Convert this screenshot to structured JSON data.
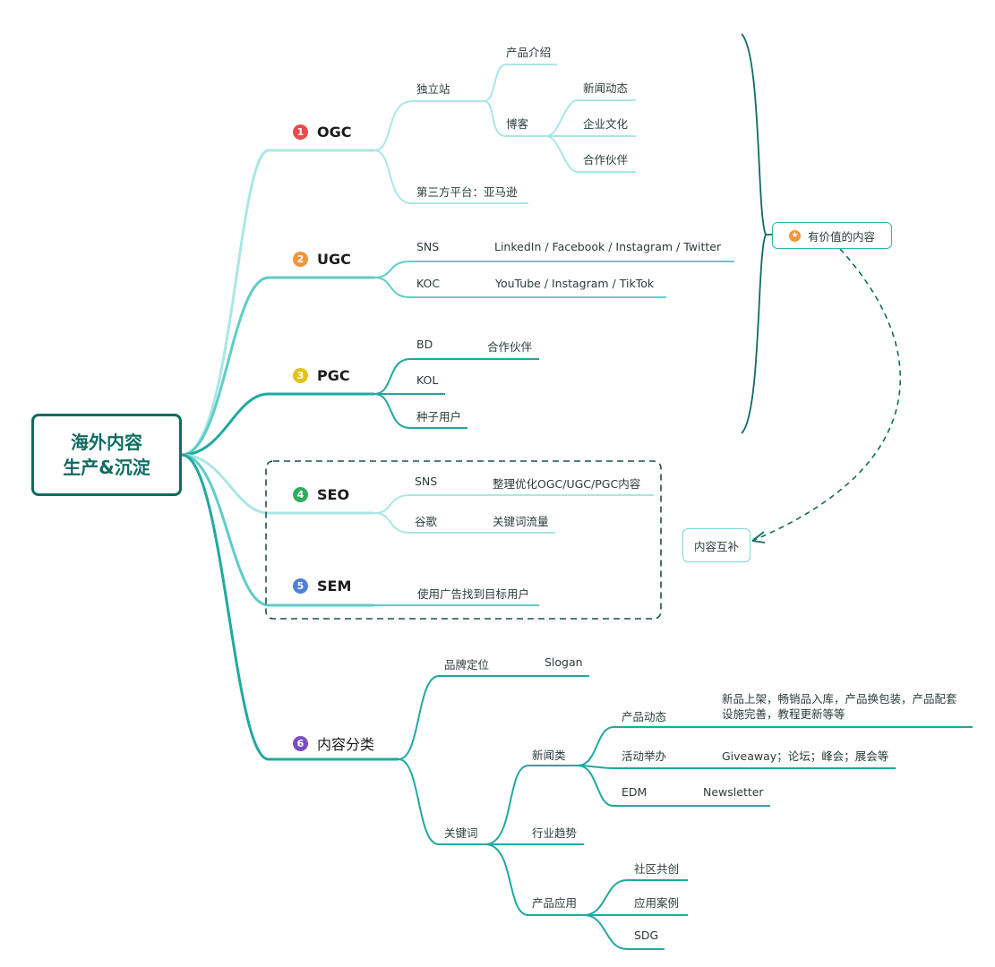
{
  "root": {
    "line1": "海外内容",
    "line2": "生产&沉淀"
  },
  "categories": [
    {
      "num": "1",
      "label": "OGC",
      "color": "#e84b4b"
    },
    {
      "num": "2",
      "label": "UGC",
      "color": "#f0953a"
    },
    {
      "num": "3",
      "label": "PGC",
      "color": "#e3c21a"
    },
    {
      "num": "4",
      "label": "SEO",
      "color": "#2fae5f"
    },
    {
      "num": "5",
      "label": "SEM",
      "color": "#4f7fdc"
    },
    {
      "num": "6",
      "label": "内容分类",
      "color": "#7a4fc2"
    }
  ],
  "ogc": {
    "site": "独立站",
    "product_intro": "产品介绍",
    "blog": "博客",
    "news": "新闻动态",
    "culture": "企业文化",
    "partners": "合作伙伴",
    "third_party": "第三方平台：亚马逊"
  },
  "ugc": {
    "sns": "SNS",
    "sns_value": "LinkedIn / Facebook / Instagram / Twitter",
    "koc": "KOC",
    "koc_value": "YouTube / Instagram / TikTok"
  },
  "pgc": {
    "bd": "BD",
    "bd_value": "合作伙伴",
    "kol": "KOL",
    "seed": "种子用户"
  },
  "seo": {
    "sns": "SNS",
    "sns_value": "整理优化OGC/UGC/PGC内容",
    "google": "谷歌",
    "google_value": "关键词流量"
  },
  "sem": {
    "ads": "使用广告找到目标用户"
  },
  "classification": {
    "brand": "品牌定位",
    "slogan": "Slogan",
    "keywords": "关键词",
    "news_type": "新闻类",
    "product_news": "产品动态",
    "product_news_value_1": "新品上架，畅销品入库，产品换包装，产品配套",
    "product_news_value_2": "设施完善，教程更新等等",
    "events": "活动举办",
    "events_value": "Giveaway；论坛；峰会；展会等",
    "edm": "EDM",
    "edm_value": "Newsletter",
    "trends": "行业趋势",
    "application": "产品应用",
    "community": "社区共创",
    "cases": "应用案例",
    "sdg": "SDG"
  },
  "valuable_content": "有价值的内容",
  "complement": "内容互补",
  "colors": {
    "dark": "#0f6b62",
    "teal": "#21a89f",
    "mid": "#5fcdc6",
    "light": "#a9e7e4"
  }
}
